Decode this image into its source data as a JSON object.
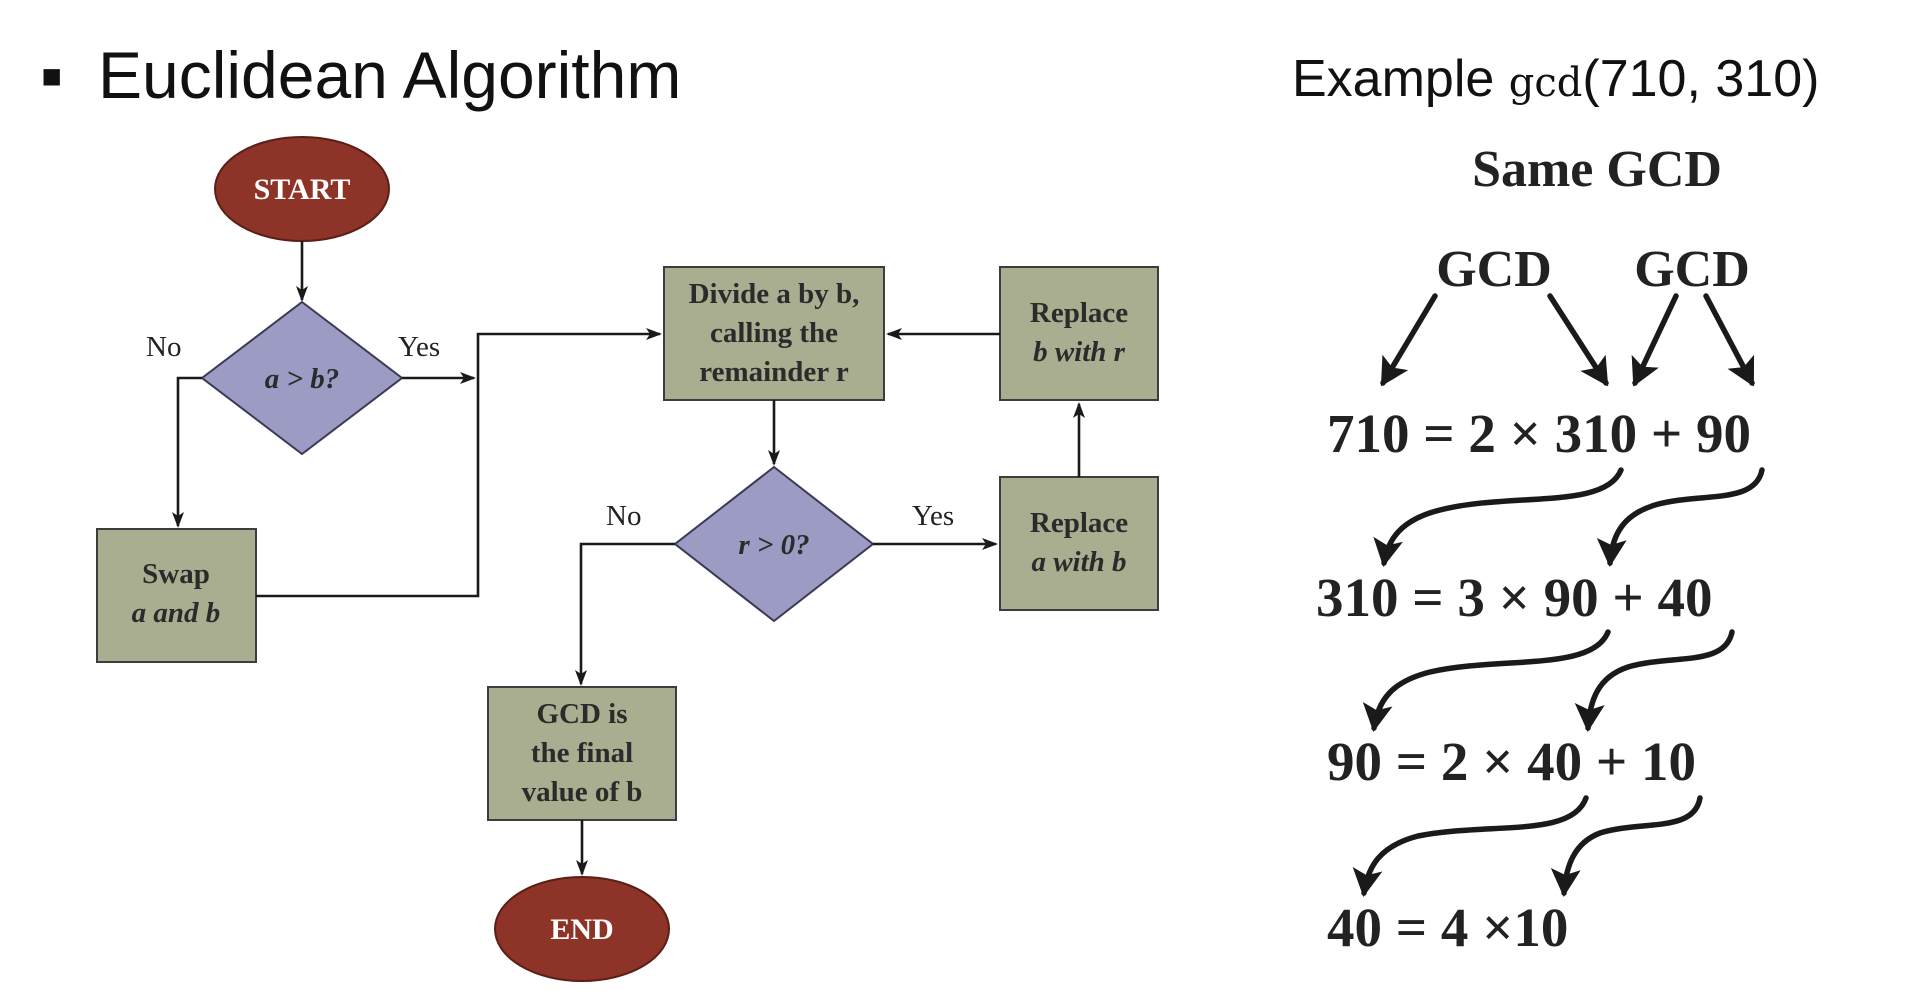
{
  "slide": {
    "bullet": "▪",
    "title": "Euclidean Algorithm",
    "example_prefix": "Example ",
    "example_func": "gcd",
    "example_args": "(710, 310)"
  },
  "flowchart": {
    "start": "START",
    "end": "END",
    "decision_ab": "a > b?",
    "decision_r": "r > 0?",
    "swap_line1": "Swap",
    "swap_line2": "a and b",
    "divide_line1": "Divide a by b,",
    "divide_line2": "calling the",
    "divide_line3": "remainder r",
    "replace_b_line1": "Replace",
    "replace_b_line2": "b with r",
    "replace_a_line1": "Replace",
    "replace_a_line2": "a with b",
    "gcd_line1": "GCD is",
    "gcd_line2": "the final",
    "gcd_line3": "value of b",
    "label_no_1": "No",
    "label_yes_1": "Yes",
    "label_no_2": "No",
    "label_yes_2": "Yes",
    "colors": {
      "terminal": "#8e3327",
      "decision": "#9b9bc4",
      "process": "#a8ae8f",
      "line": "#1a1a1a"
    }
  },
  "example": {
    "same_gcd": "Same GCD",
    "gcd_left": "GCD",
    "gcd_right": "GCD",
    "equations": [
      "710 = 2 × 310 + 90",
      "310 = 3 ×  90 + 40",
      "90 = 2 × 40 + 10",
      "40 = 4 ×10"
    ]
  }
}
